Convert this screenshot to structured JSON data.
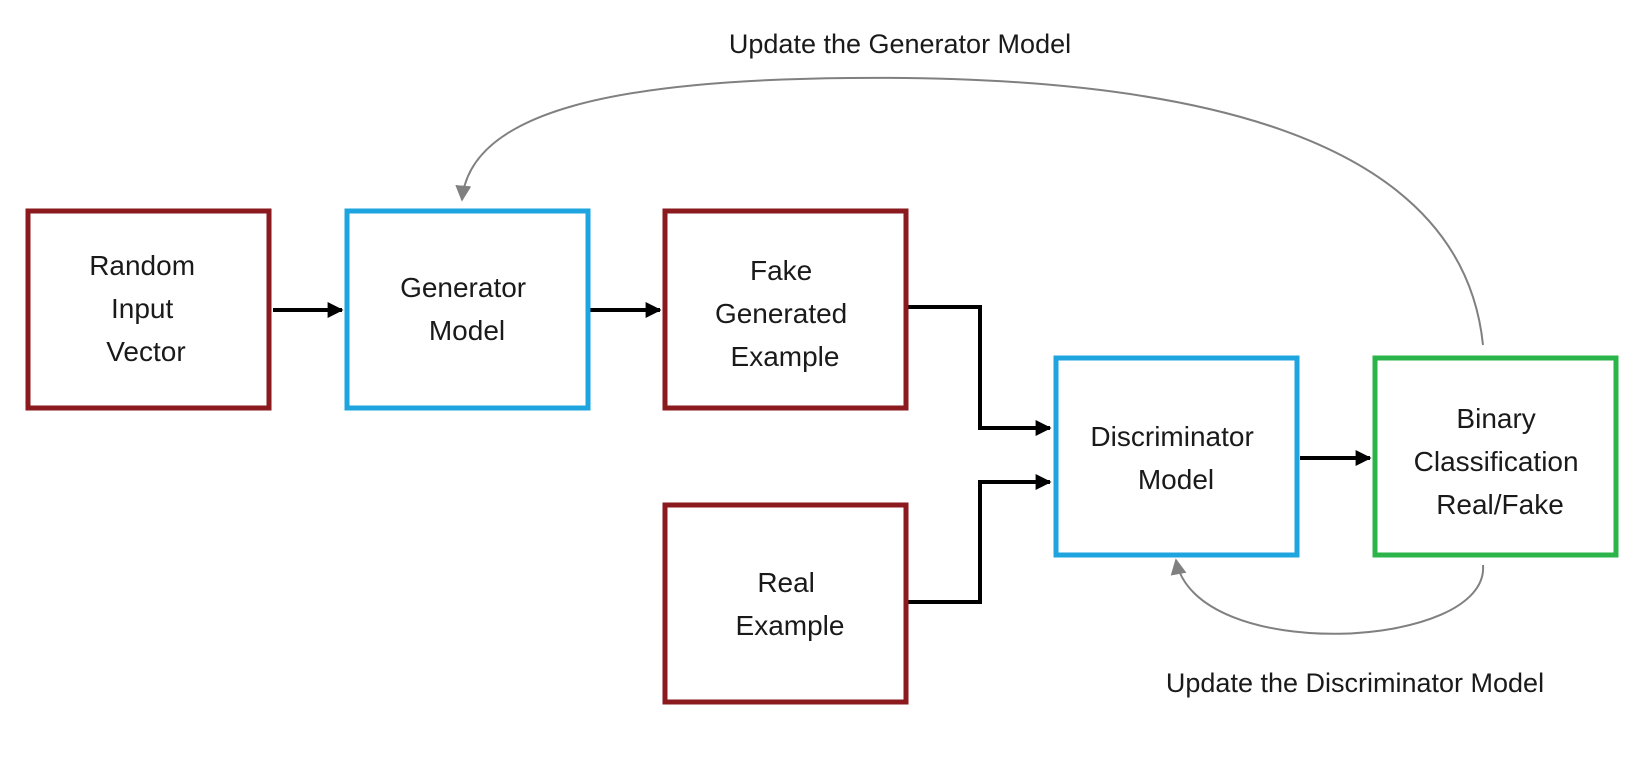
{
  "colors": {
    "input_box": "#8b1a1f",
    "model_box": "#1ea5e0",
    "output_box": "#2bb44a",
    "arrow_main": "#000000",
    "arrow_feedback": "#808080",
    "text": "#1a1a1a"
  },
  "nodes": {
    "random_input": {
      "lines": [
        "Random",
        "Input",
        "Vector"
      ]
    },
    "generator": {
      "lines": [
        "Generator",
        "Model"
      ]
    },
    "fake_example": {
      "lines": [
        "Fake",
        "Generated",
        "Example"
      ]
    },
    "real_example": {
      "lines": [
        "Real",
        "Example"
      ]
    },
    "discriminator": {
      "lines": [
        "Discriminator",
        "Model"
      ]
    },
    "binary": {
      "lines": [
        "Binary",
        "Classification",
        "Real/Fake"
      ]
    }
  },
  "captions": {
    "update_generator": "Update the Generator Model",
    "update_discriminator": "Update the Discriminator Model"
  },
  "edges": [
    {
      "from": "random_input",
      "to": "generator"
    },
    {
      "from": "generator",
      "to": "fake_example"
    },
    {
      "from": "fake_example",
      "to": "discriminator"
    },
    {
      "from": "real_example",
      "to": "discriminator"
    },
    {
      "from": "discriminator",
      "to": "binary"
    },
    {
      "from": "binary",
      "to": "generator",
      "feedback": true
    },
    {
      "from": "binary",
      "to": "discriminator",
      "feedback": true
    }
  ]
}
